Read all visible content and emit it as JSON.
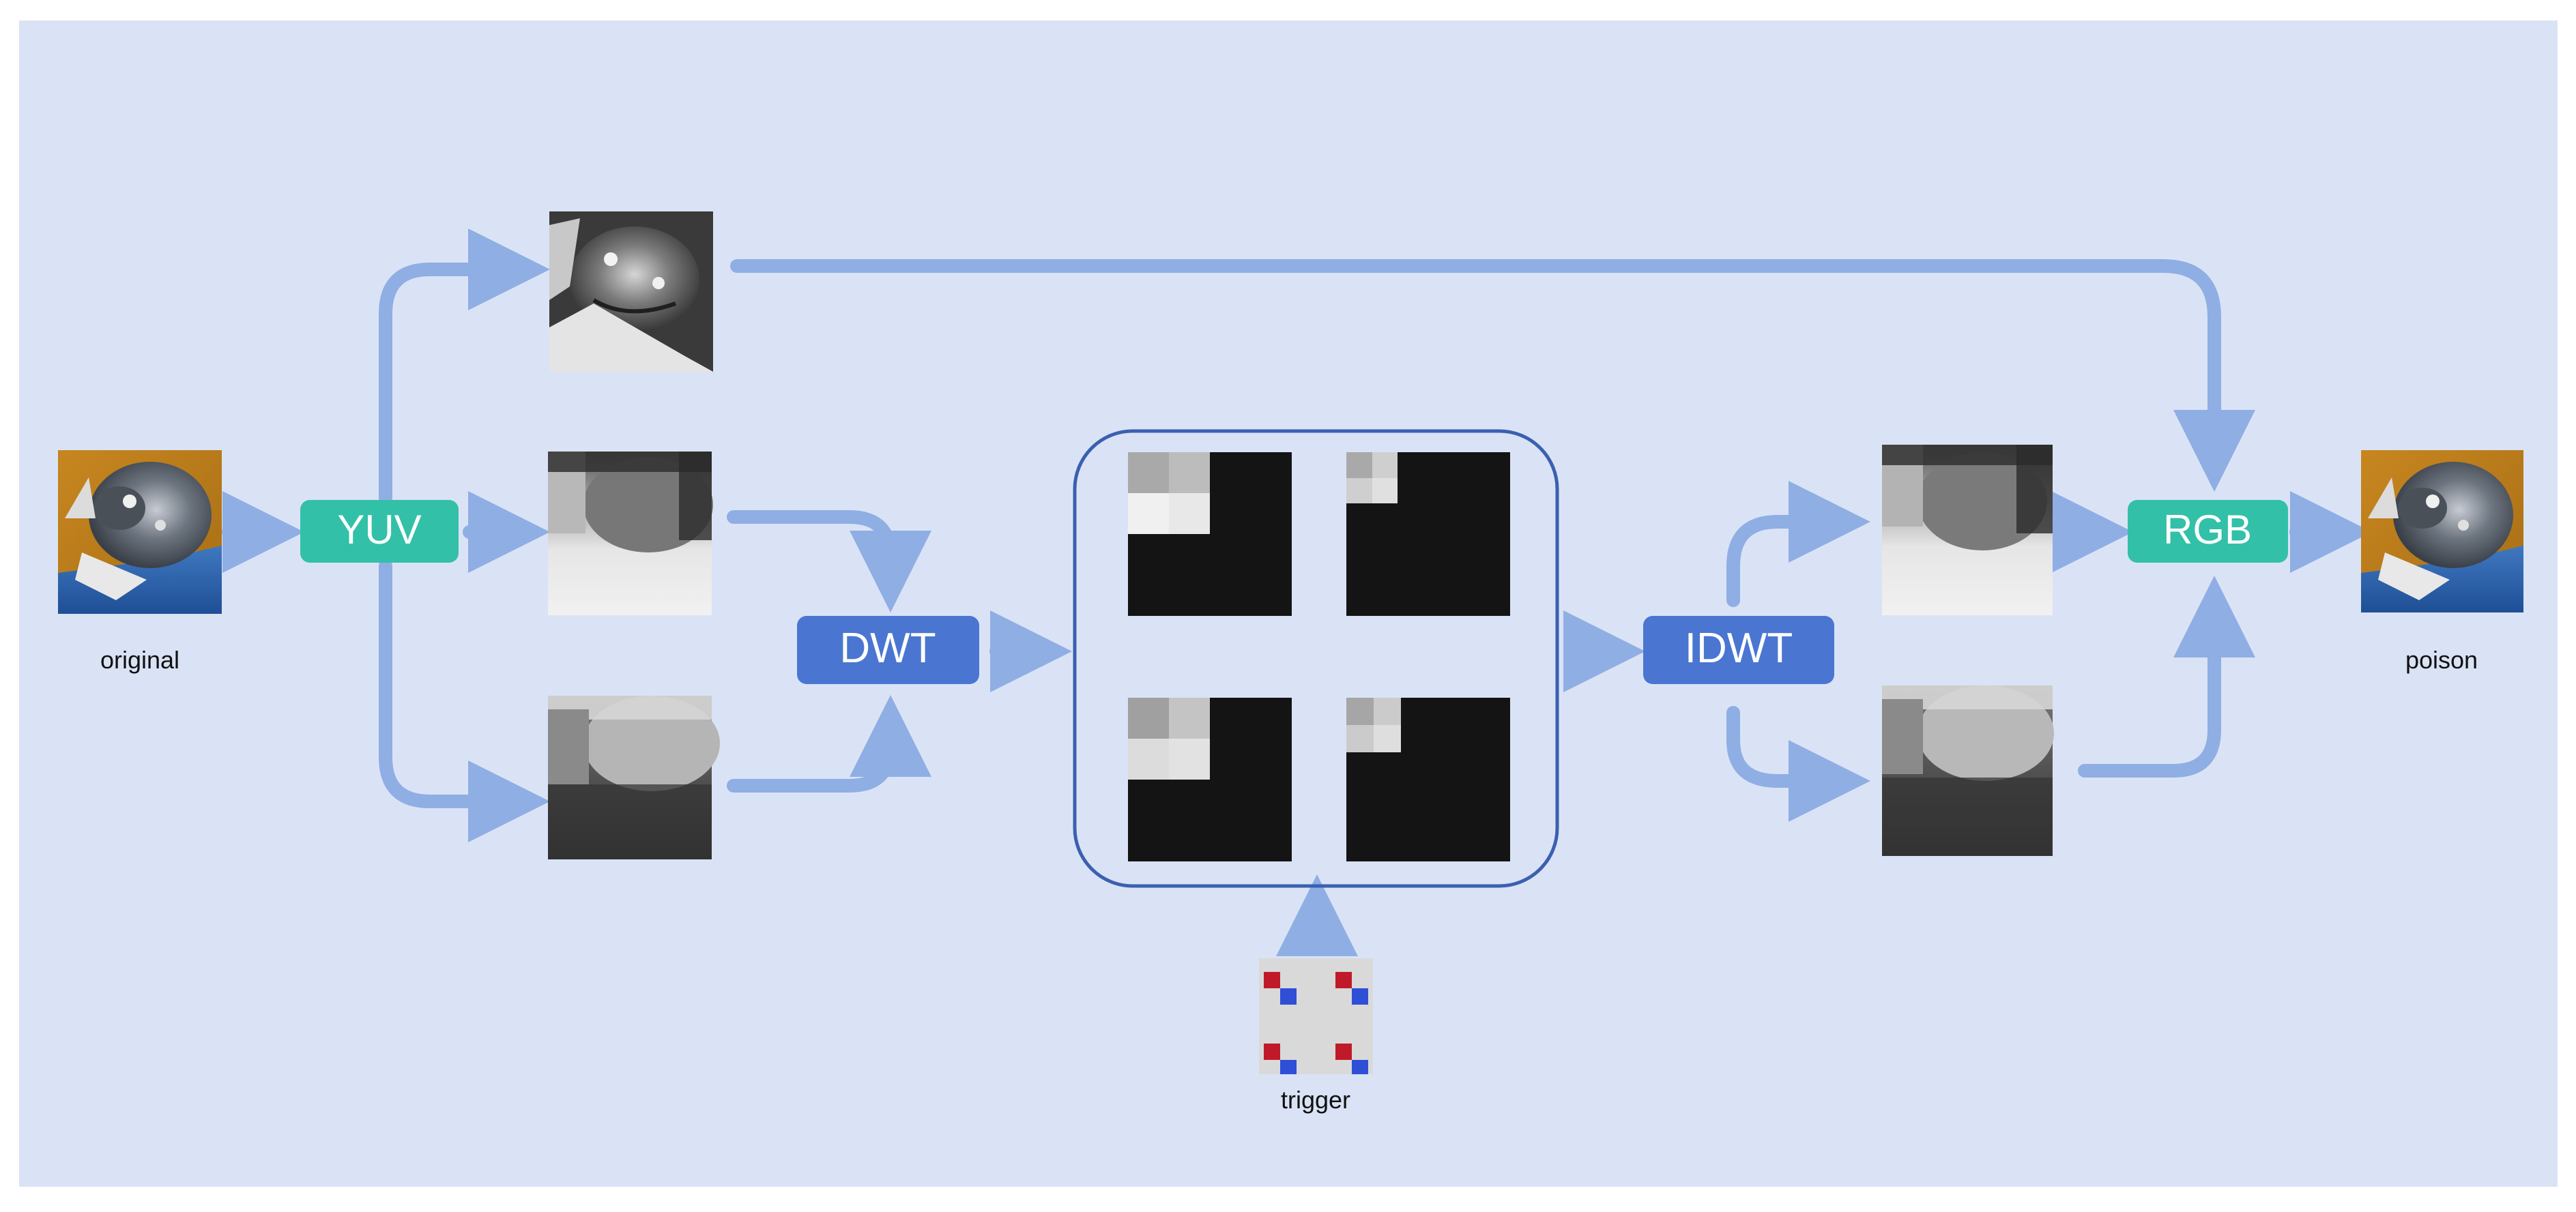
{
  "diagram": {
    "background_color": "#dae3f5",
    "arrow_color": "#8faee4",
    "labels": {
      "original": "original",
      "poison": "poison",
      "trigger": "trigger"
    },
    "boxes": {
      "yuv": {
        "text": "YUV",
        "color": "#33c0a8"
      },
      "dwt": {
        "text": "DWT",
        "color": "#4a76d2"
      },
      "idwt": {
        "text": "IDWT",
        "color": "#4a76d2"
      },
      "rgb": {
        "text": "RGB",
        "color": "#33c0a8"
      }
    },
    "images": {
      "original": "color photo (cat, orange/blue)",
      "y_channel": "grayscale Y channel",
      "u_channel": "grayscale U channel",
      "v_channel": "grayscale V channel",
      "dwt_subbands": "4 DWT coefficient maps",
      "idwt_u": "reconstructed U channel",
      "idwt_v": "reconstructed V channel",
      "poison": "color photo with trigger",
      "trigger": "4 red-blue pixel pairs on gray"
    }
  }
}
